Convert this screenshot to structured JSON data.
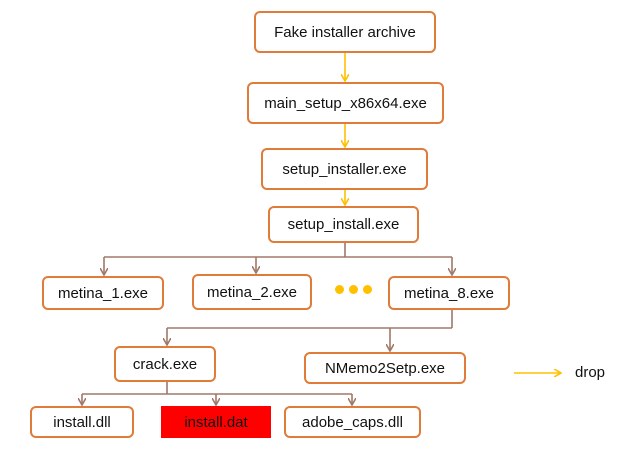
{
  "nodes": {
    "archive": "Fake installer archive",
    "main_setup": "main_setup_x86x64.exe",
    "setup_installer": "setup_installer.exe",
    "setup_install": "setup_install.exe",
    "metina_1": "metina_1.exe",
    "metina_2": "metina_2.exe",
    "metina_8": "metina_8.exe",
    "crack": "crack.exe",
    "nmemo": "NMemo2Setp.exe",
    "install_dll": "install.dll",
    "install_dat": "install.dat",
    "adobe_caps": "adobe_caps.dll"
  },
  "legend": {
    "drop_label": "drop"
  },
  "colors": {
    "node_border": "#e07b39",
    "drop_arrow": "#ffc000",
    "child_arrow": "#a07868",
    "highlight_fill": "#ff0000",
    "ellipsis": "#ffc000"
  }
}
